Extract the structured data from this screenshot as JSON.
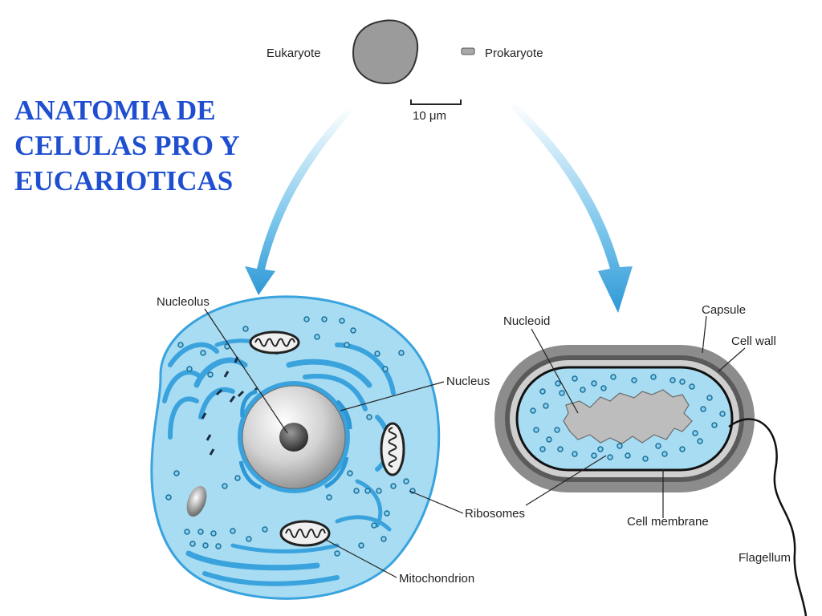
{
  "title_lines": [
    "ANATOMIA DE",
    "CELULAS PRO Y",
    "EUCARIOTICAS"
  ],
  "size_comparison": {
    "eukaryote_label": "Eukaryote",
    "prokaryote_label": "Prokaryote",
    "scale_bar_label": "10 μm"
  },
  "eukaryote_labels": {
    "nucleolus": "Nucleolus",
    "nucleus": "Nucleus",
    "ribosomes": "Ribosomes",
    "mitochondrion": "Mitochondrion"
  },
  "prokaryote_labels": {
    "nucleoid": "Nucleoid",
    "capsule": "Capsule",
    "cell_wall": "Cell wall",
    "cell_membrane": "Cell membrane",
    "flagellum": "Flagellum"
  },
  "colors": {
    "title": "#1f4fd0",
    "cytoplasm": "#a8dcf2",
    "membrane": "#3aa3dd",
    "arrow": "#3aa3dd",
    "nucleus": "#c9c9c9",
    "ribosome": "#2b9fd6",
    "capsule": "#8c8c8c",
    "cell_wall": "#5a5a5a"
  }
}
